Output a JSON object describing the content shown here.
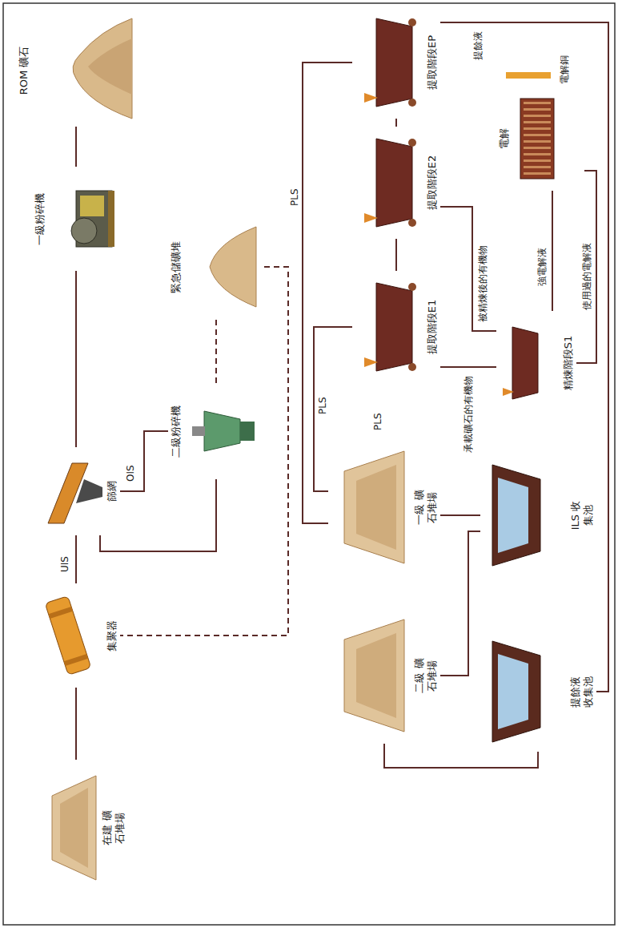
{
  "diagram": {
    "nodes": [
      {
        "text": [
          "ROM 礦石"
        ]
      },
      {
        "text": [
          "一級粉碎機"
        ]
      },
      {
        "text": [
          "篩網"
        ]
      },
      {
        "text": [
          "二級粉碎機"
        ]
      },
      {
        "text": [
          "緊急儲礦堆"
        ]
      },
      {
        "text": [
          "集聚器"
        ]
      },
      {
        "text": [
          "在建 礦石堆場"
        ]
      },
      {
        "text": [
          "二級 礦石堆場"
        ]
      },
      {
        "text": [
          "一級 礦石堆場"
        ]
      },
      {
        "text": [
          "ILS 收集池"
        ]
      },
      {
        "text": [
          "提餘液 收集池"
        ]
      },
      {
        "text": [
          "提取階段E1"
        ]
      },
      {
        "text": [
          "提取階段E2"
        ]
      },
      {
        "text": [
          "提取階段EP"
        ]
      },
      {
        "text": [
          "精煉階段S1"
        ]
      },
      {
        "text": [
          "電解"
        ]
      }
    ],
    "edges": [
      {
        "from": 0,
        "to": 1,
        "arrow": "none"
      },
      {
        "from": 1,
        "to": 2,
        "arrow": "none"
      },
      {
        "from": 2,
        "to": 3,
        "arrow": "none"
      },
      {
        "from": 3,
        "to": 2,
        "arrow": "none"
      },
      {
        "from": 2,
        "to": 5,
        "arrow": "none"
      },
      {
        "from": 5,
        "to": 6,
        "arrow": "none"
      },
      {
        "from": 3,
        "to": 4,
        "arrow": "none"
      },
      {
        "from": 4,
        "to": 5,
        "arrow": "none"
      },
      {
        "from": 10,
        "to": 7,
        "arrow": "none"
      },
      {
        "from": 7,
        "to": 9,
        "arrow": "none"
      },
      {
        "from": 9,
        "to": 8,
        "arrow": "none"
      },
      {
        "from": 8,
        "to": 11,
        "label": "PLS",
        "arrow": "none"
      },
      {
        "from": 8,
        "to": 13,
        "label": "PLS",
        "arrow": "none"
      },
      {
        "from": 11,
        "to": 12,
        "arrow": "none"
      },
      {
        "from": 12,
        "to": 13,
        "arrow": "none"
      },
      {
        "from": 13,
        "to": 10,
        "label": "提餘液",
        "arrow": "none"
      },
      {
        "from": 11,
        "to": 14,
        "label": "承載礦石的有機物",
        "arrow": "none"
      },
      {
        "from": 14,
        "to": 12,
        "label": "被精煉後的有機物",
        "arrow": "none"
      },
      {
        "from": 14,
        "to": 15,
        "label": "強電解液",
        "arrow": "none"
      },
      {
        "from": 15,
        "to": 14,
        "label": "使用過的電解液",
        "arrow": "none"
      }
    ],
    "labels": [
      "OIS",
      "UIS",
      "PLS",
      "電解銅"
    ]
  }
}
